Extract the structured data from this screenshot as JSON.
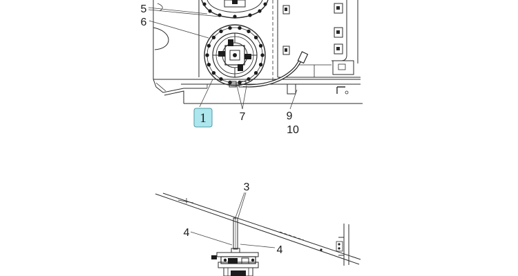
{
  "callouts": {
    "c1": "1",
    "c3": "3",
    "c4a": "4",
    "c4b": "4",
    "c5": "5",
    "c6": "6",
    "c7": "7",
    "c9": "9",
    "c10": "10"
  },
  "colors": {
    "line": "#2a2a2a",
    "thin": "#666666",
    "highlight_fill": "#aee6ee",
    "highlight_stroke": "#4d9aa6",
    "dark_part": "#1c1c1c"
  }
}
